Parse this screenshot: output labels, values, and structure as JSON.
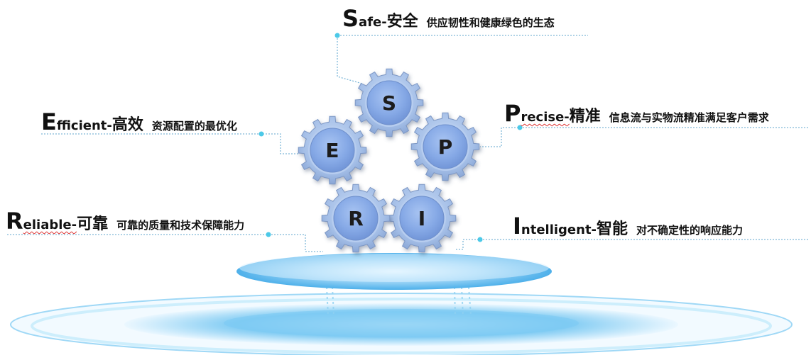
{
  "colors": {
    "gear_outer": "#a9c3ea",
    "gear_inner": "#8aaee8",
    "leader_line": "#7fb8d8",
    "node_dot": "#4cc9e8",
    "platform_blue": "#3aa6e8"
  },
  "items": [
    {
      "key": "safe",
      "letter": "S",
      "initial": "S",
      "rest": "afe-",
      "zh": "安全",
      "desc": "供应韧性和健康绿色的生态"
    },
    {
      "key": "efficient",
      "letter": "E",
      "initial": "E",
      "rest": "fficient-",
      "zh": "高效",
      "desc": "资源配置的最优化"
    },
    {
      "key": "precise",
      "letter": "P",
      "initial": "P",
      "rest": "recise-",
      "zh": "精准",
      "desc": "信息流与实物流精准满足客户需求"
    },
    {
      "key": "reliable",
      "letter": "R",
      "initial": "R",
      "rest": "eliable-",
      "zh": "可靠",
      "desc": "可靠的质量和技术保障能力"
    },
    {
      "key": "intelligent",
      "letter": "I",
      "initial": "I",
      "rest": "ntelligent-",
      "zh": "智能",
      "desc": "对不确定性的响应能力"
    }
  ]
}
